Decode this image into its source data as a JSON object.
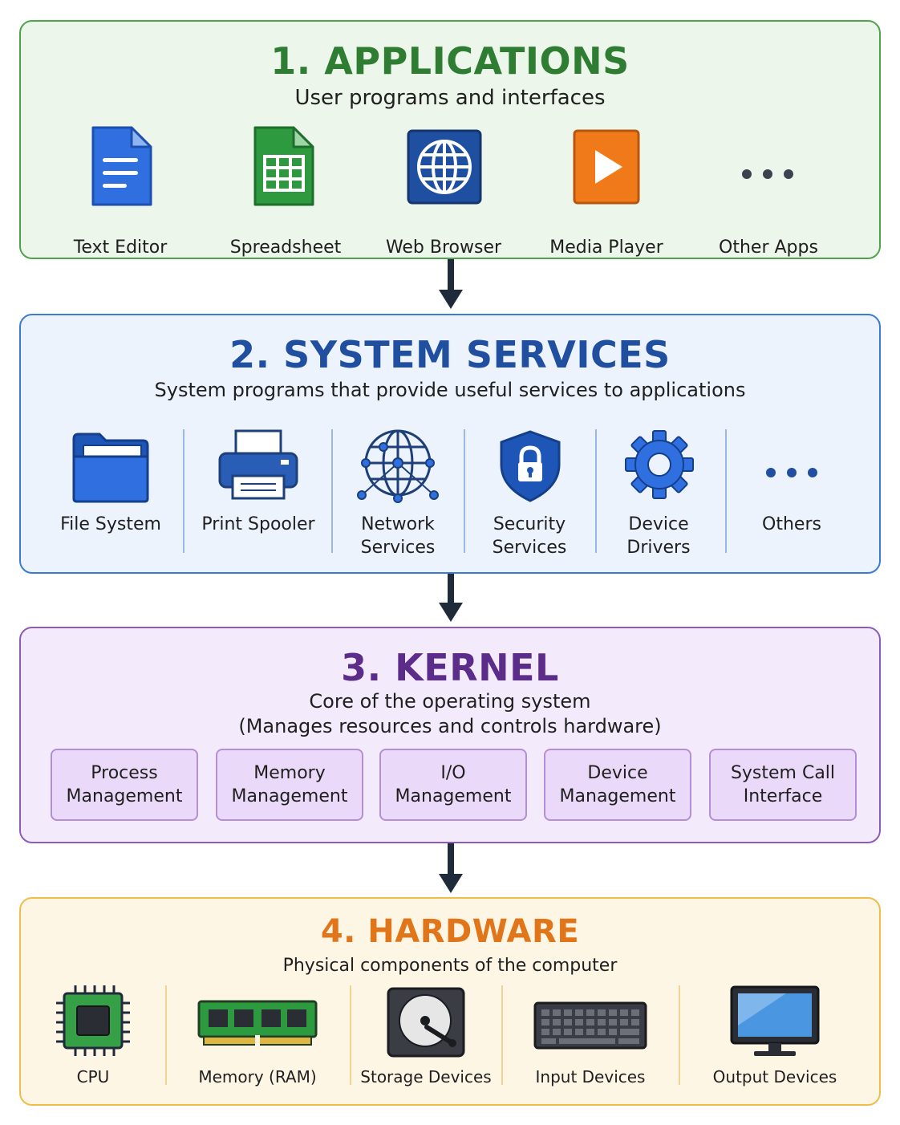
{
  "layers": [
    {
      "title": "1. APPLICATIONS",
      "subtitle": "User programs and interfaces",
      "items": [
        {
          "label": "Text Editor",
          "icon": "document-icon"
        },
        {
          "label": "Spreadsheet",
          "icon": "spreadsheet-icon"
        },
        {
          "label": "Web Browser",
          "icon": "globe-icon"
        },
        {
          "label": "Media Player",
          "icon": "play-icon"
        },
        {
          "label": "Other Apps",
          "icon": "ellipsis-icon"
        }
      ],
      "colors": {
        "title": "#2e7d32",
        "border": "#4fa34a",
        "background": "#edf6ea"
      }
    },
    {
      "title": "2. SYSTEM SERVICES",
      "subtitle": "System programs that provide useful services to applications",
      "items": [
        {
          "label": "File System",
          "icon": "folder-icon"
        },
        {
          "label": "Print Spooler",
          "icon": "printer-icon"
        },
        {
          "label": "Network\nServices",
          "icon": "network-globe-icon"
        },
        {
          "label": "Security\nServices",
          "icon": "shield-lock-icon"
        },
        {
          "label": "Device\nDrivers",
          "icon": "gear-icon"
        },
        {
          "label": "Others",
          "icon": "ellipsis-icon"
        }
      ],
      "colors": {
        "title": "#1f4f9e",
        "border": "#3a7bd5",
        "background": "#ecf3fd"
      }
    },
    {
      "title": "3. KERNEL",
      "subtitle_lines": [
        "Core of the operating system",
        "(Manages resources and controls hardware)"
      ],
      "boxes": [
        {
          "label": "Process\nManagement"
        },
        {
          "label": "Memory\nManagement"
        },
        {
          "label": "I/O\nManagement"
        },
        {
          "label": "Device\nManagement"
        },
        {
          "label": "System Call\nInterface"
        }
      ],
      "colors": {
        "title": "#5b2c89",
        "border": "#8d5cb8",
        "background": "#f3ebfb"
      }
    },
    {
      "title": "4. HARDWARE",
      "subtitle": "Physical components of the computer",
      "items": [
        {
          "label": "CPU",
          "icon": "cpu-chip-icon"
        },
        {
          "label": "Memory (RAM)",
          "icon": "ram-stick-icon"
        },
        {
          "label": "Storage Devices",
          "icon": "hard-drive-icon"
        },
        {
          "label": "Input Devices",
          "icon": "keyboard-icon"
        },
        {
          "label": "Output Devices",
          "icon": "monitor-icon"
        }
      ],
      "colors": {
        "title": "#e0751a",
        "border": "#f0bd4a",
        "background": "#fef6e5"
      }
    }
  ],
  "arrow_color": "#1f2a3a"
}
